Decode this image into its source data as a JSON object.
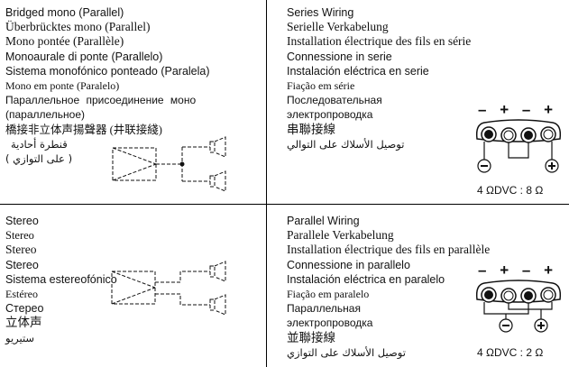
{
  "bridged": {
    "lines": [
      "Bridged mono (Parallel)",
      "Überbrücktes mono (Parallel)",
      "Mono pontée (Parallèle)",
      "Monoaurale di ponte (Parallelo)",
      "Sistema monofónico ponteado (Paralela)",
      "Mono em ponte (Paralelo)",
      "Параллельное присоединение моно",
      "(параллельное)",
      "橋接非立体声揚聲器 (井联接綫)"
    ],
    "arabic": [
      "قنطرة أحادية",
      "( على التوازي )"
    ]
  },
  "series": {
    "lines": [
      "Series Wiring",
      "Serielle Verkabelung",
      "Installation électrique des fils en série",
      "Connessione in serie",
      "Instalación eléctrica en serie",
      "Fiação em série",
      "Последовательная",
      "электропроводка",
      "串聯接線",
      "توصيل الأسلاك على التوالي"
    ],
    "terminals": [
      "–",
      "+",
      "–",
      "+"
    ],
    "impedance": "4 ΩDVC : 8 Ω"
  },
  "stereo": {
    "lines": [
      "Stereo",
      "Stereo",
      "Stereo",
      "Stereo",
      "Sistema estereofónico",
      "Estéreo",
      "Стерео",
      "立体声",
      "ستيريو"
    ]
  },
  "parallel": {
    "lines": [
      "Parallel Wiring",
      "Parallele Verkabelung",
      "Installation électrique des fils en parallèle",
      "Connessione in parallelo",
      "Instalación eléctrica en paralelo",
      "Fiação em paralelo",
      "Параллельная",
      "электропроводка",
      "並聯接線",
      "توصيل الأسلاك على التوازي"
    ],
    "terminals": [
      "–",
      "+",
      "–",
      "+"
    ],
    "impedance": "4 ΩDVC : 2 Ω"
  }
}
